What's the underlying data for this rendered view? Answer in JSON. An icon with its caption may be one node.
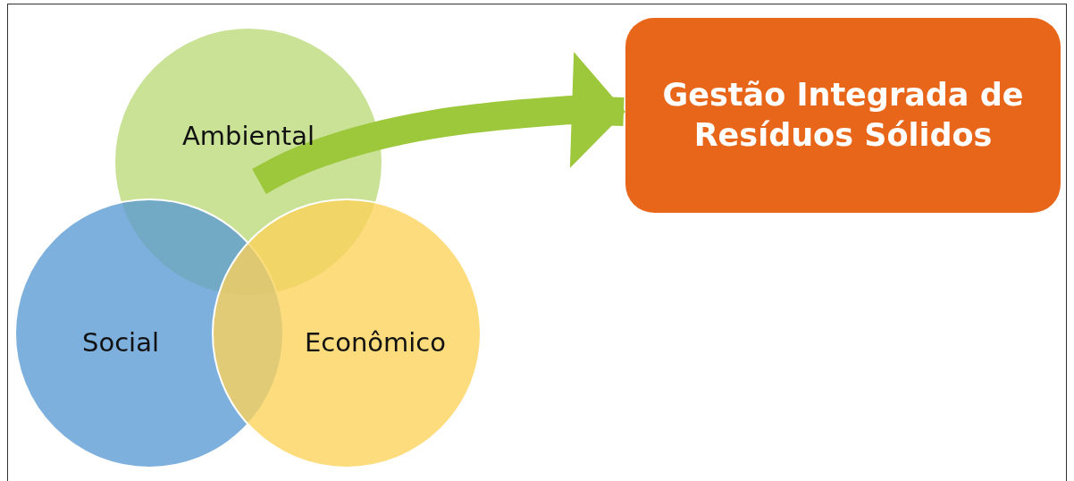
{
  "diagram": {
    "nodes": [
      {
        "text": [
          "Ambiental"
        ]
      },
      {
        "text": [
          "Social"
        ]
      },
      {
        "text": [
          "Econômico"
        ]
      },
      {
        "text": [
          "Gestão Integrada de Resíduos Sólidos"
        ]
      }
    ],
    "edges": [
      {
        "from": 0,
        "to": 3,
        "arrow": "to",
        "color": "#9dc83c"
      }
    ]
  }
}
